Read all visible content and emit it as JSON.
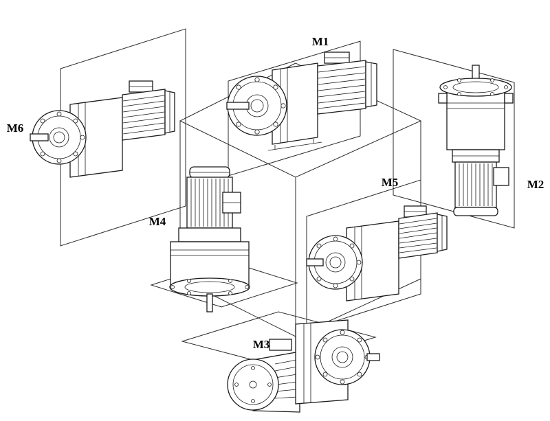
{
  "figure": {
    "type": "technical-line-diagram",
    "background_color": "#ffffff",
    "line_color": "#1a1a1a",
    "labels": {
      "m1": "M1",
      "m2": "M2",
      "m3": "M3",
      "m4": "M4",
      "m5": "M5",
      "m6": "M6"
    }
  }
}
